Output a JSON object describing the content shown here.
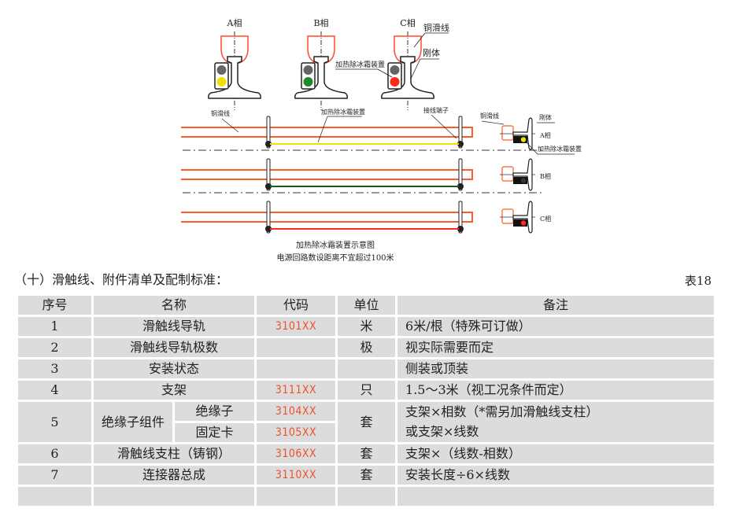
{
  "diagram": {
    "phases": [
      {
        "label": "A相",
        "heater_color": "#f2e100"
      },
      {
        "label": "B相",
        "heater_color": "#1a8a2a"
      },
      {
        "label": "C相",
        "heater_color": "#ff2a1a"
      }
    ],
    "callouts": {
      "copper_wire": "铜滑线",
      "rigid_body": "刚体",
      "heater_device": "加热除冰霜装置",
      "terminal": "接线端子"
    },
    "side_labels": [
      "A相",
      "B相",
      "C相"
    ],
    "run_heater_colors": [
      "#f2e100",
      "#1a5a1a",
      "#ff2a1a"
    ],
    "rail_color": "#ff5a2a",
    "caption_line1": "加热除冰霜装置示意图",
    "caption_line2": "电源回路数设距离不宜超过100米"
  },
  "section_title": "（十）滑触线、附件清单及配制标准：",
  "table_label": "表18",
  "table": {
    "headers": [
      "序号",
      "名称",
      "代码",
      "单位",
      "备注"
    ],
    "rows": [
      {
        "no": "1",
        "name": "滑触线导轨",
        "code": "3101XX",
        "unit": "米",
        "note": "6米/根（特殊可订做）"
      },
      {
        "no": "2",
        "name": "滑触线导轨极数",
        "code": "",
        "unit": "极",
        "note": "视实际需要而定"
      },
      {
        "no": "3",
        "name": "安装状态",
        "code": "",
        "unit": "",
        "note": "侧装或顶装"
      },
      {
        "no": "4",
        "name": "支架",
        "code": "3111XX",
        "unit": "只",
        "note": "1.5～3米（视工况条件而定）"
      },
      {
        "no": "5",
        "name": "绝缘子组件",
        "sub": [
          {
            "name": "绝缘子",
            "code": "3104XX"
          },
          {
            "name": "固定卡",
            "code": "3105XX"
          }
        ],
        "unit": "套",
        "note_lines": [
          "支架×相数（*需另加滑触线支柱）",
          "或支架×线数"
        ]
      },
      {
        "no": "6",
        "name": "滑触线支柱（铸钢）",
        "code": "3106XX",
        "unit": "套",
        "note": "支架×（线数-相数）"
      },
      {
        "no": "7",
        "name": "连接器总成",
        "code": "3110XX",
        "unit": "套",
        "note": "安装长度÷6×线数"
      }
    ]
  }
}
